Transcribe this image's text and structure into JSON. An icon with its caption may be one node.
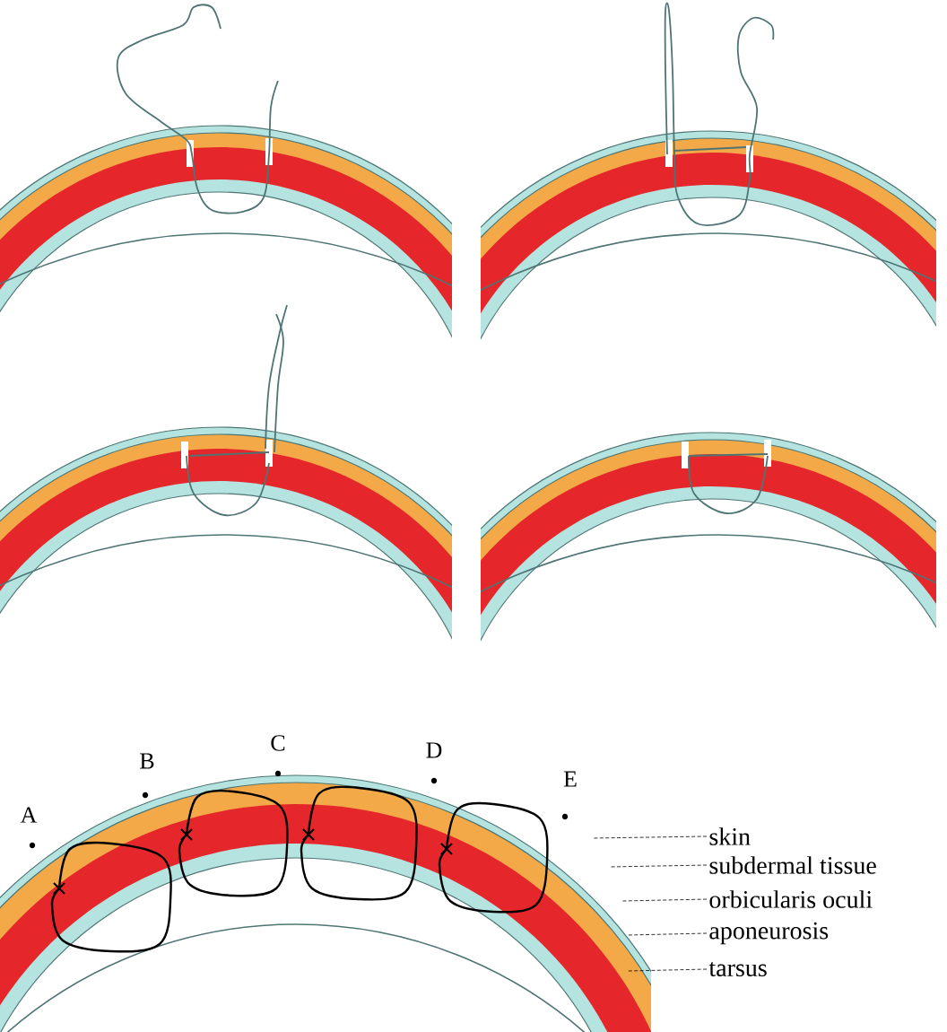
{
  "diagram": {
    "nodes": [
      {
        "text": [
          "skin"
        ]
      },
      {
        "text": [
          "subdermal tissue"
        ]
      },
      {
        "text": [
          "orbicularis oculi"
        ]
      },
      {
        "text": [
          "aponeurosis"
        ]
      },
      {
        "text": [
          "tarsus"
        ]
      }
    ],
    "edges": [
      {
        "from": 0,
        "to": null,
        "arrow": "none",
        "style": "dashed"
      },
      {
        "from": 1,
        "to": null,
        "arrow": "none",
        "style": "dashed"
      },
      {
        "from": 2,
        "to": null,
        "arrow": "none",
        "style": "dashed"
      },
      {
        "from": 3,
        "to": null,
        "arrow": "none",
        "style": "dashed"
      },
      {
        "from": 4,
        "to": null,
        "arrow": "none",
        "style": "dashed"
      }
    ],
    "labels": [
      "A",
      "B",
      "C",
      "D",
      "E"
    ]
  }
}
